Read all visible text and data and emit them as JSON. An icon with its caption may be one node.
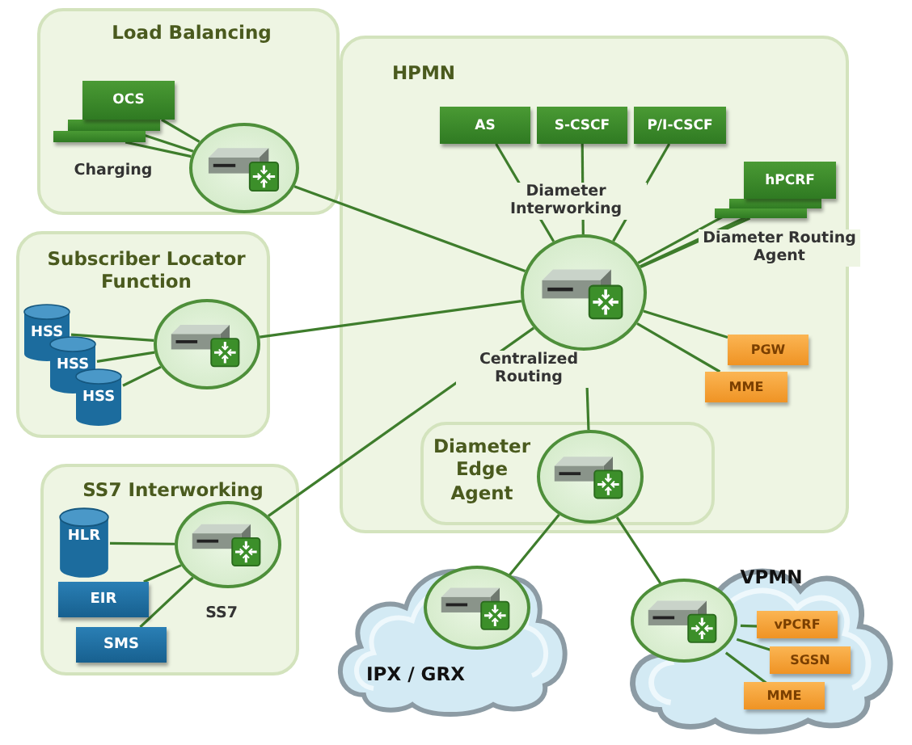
{
  "diagram": {
    "nodes": [
      {
        "text": [
          "Load Balancing"
        ]
      },
      {
        "text": [],
        "shape": "box",
        "in": 0
      },
      {
        "text": [],
        "shape": "box",
        "in": 0
      },
      {
        "text": [
          "OCS"
        ],
        "in": 0
      },
      {
        "text": [],
        "shape": "circle",
        "in": 0
      },
      {
        "text": [
          "Subscriber Locator Function"
        ]
      },
      {
        "text": [
          "HSS"
        ],
        "in": 5
      },
      {
        "text": [
          "HSS"
        ],
        "in": 5
      },
      {
        "text": [
          "HSS"
        ],
        "in": 5
      },
      {
        "text": [],
        "shape": "circle",
        "in": 5
      },
      {
        "text": [
          "SS7 Interworking"
        ]
      },
      {
        "text": [
          "HLR"
        ],
        "in": 10
      },
      {
        "text": [
          "EIR"
        ],
        "in": 10
      },
      {
        "text": [
          "SMS"
        ],
        "in": 10
      },
      {
        "text": [],
        "shape": "circle",
        "in": 10
      },
      {
        "text": [
          "HPMN"
        ]
      },
      {
        "text": [
          "AS"
        ],
        "in": 15
      },
      {
        "text": [
          "S-CSCF"
        ],
        "in": 15
      },
      {
        "text": [
          "P/I-CSCF"
        ],
        "in": 15
      },
      {
        "text": [],
        "shape": "box",
        "in": 15
      },
      {
        "text": [],
        "shape": "box",
        "in": 15
      },
      {
        "text": [
          "hPCRF"
        ],
        "in": 15
      },
      {
        "text": [],
        "shape": "circle",
        "in": 15
      },
      {
        "text": [
          "PGW"
        ],
        "in": 15
      },
      {
        "text": [
          "MME"
        ],
        "in": 15
      },
      {
        "text": [
          "Diameter Edge Agent"
        ],
        "in": 15
      },
      {
        "text": [],
        "shape": "circle",
        "in": 25
      },
      {
        "text": [
          "IPX / GRX"
        ]
      },
      {
        "text": [],
        "shape": "circle",
        "in": 27
      },
      {
        "text": [
          "VPMN"
        ]
      },
      {
        "text": [],
        "shape": "circle",
        "in": 29
      },
      {
        "text": [
          "vPCRF"
        ],
        "in": 29
      },
      {
        "text": [
          "SGSN"
        ],
        "in": 29
      },
      {
        "text": [
          "MME"
        ],
        "in": 29
      }
    ],
    "edges": [
      {
        "from": 1,
        "to": 4,
        "arrow": "none"
      },
      {
        "from": 2,
        "to": 4,
        "arrow": "none"
      },
      {
        "from": 3,
        "to": 4,
        "arrow": "none"
      },
      {
        "from": 4,
        "to": 22,
        "arrow": "none"
      },
      {
        "from": 6,
        "to": 9,
        "arrow": "none"
      },
      {
        "from": 7,
        "to": 9,
        "arrow": "none"
      },
      {
        "from": 8,
        "to": 9,
        "arrow": "none"
      },
      {
        "from": 9,
        "to": 22,
        "arrow": "none"
      },
      {
        "from": 11,
        "to": 14,
        "arrow": "none"
      },
      {
        "from": 12,
        "to": 14,
        "arrow": "none"
      },
      {
        "from": 13,
        "to": 14,
        "arrow": "none"
      },
      {
        "from": 14,
        "to": 22,
        "arrow": "none"
      },
      {
        "from": 16,
        "to": 22,
        "arrow": "none"
      },
      {
        "from": 17,
        "to": 22,
        "arrow": "none"
      },
      {
        "from": 18,
        "to": 22,
        "arrow": "none"
      },
      {
        "from": 19,
        "to": 22,
        "arrow": "none"
      },
      {
        "from": 20,
        "to": 22,
        "arrow": "none"
      },
      {
        "from": 21,
        "to": 22,
        "arrow": "none"
      },
      {
        "from": 22,
        "to": 23,
        "arrow": "none"
      },
      {
        "from": 22,
        "to": 24,
        "arrow": "none"
      },
      {
        "from": 22,
        "to": 26,
        "arrow": "none"
      },
      {
        "from": 26,
        "to": 28,
        "arrow": "none"
      },
      {
        "from": 26,
        "to": 30,
        "arrow": "none"
      },
      {
        "from": 30,
        "to": 31,
        "arrow": "none"
      },
      {
        "from": 30,
        "to": 32,
        "arrow": "none"
      },
      {
        "from": 30,
        "to": 33,
        "arrow": "none"
      }
    ],
    "labels": [
      "Charging",
      "Diameter Interworking",
      "Diameter Routing Agent",
      "Centralized Routing",
      "SS7"
    ]
  }
}
